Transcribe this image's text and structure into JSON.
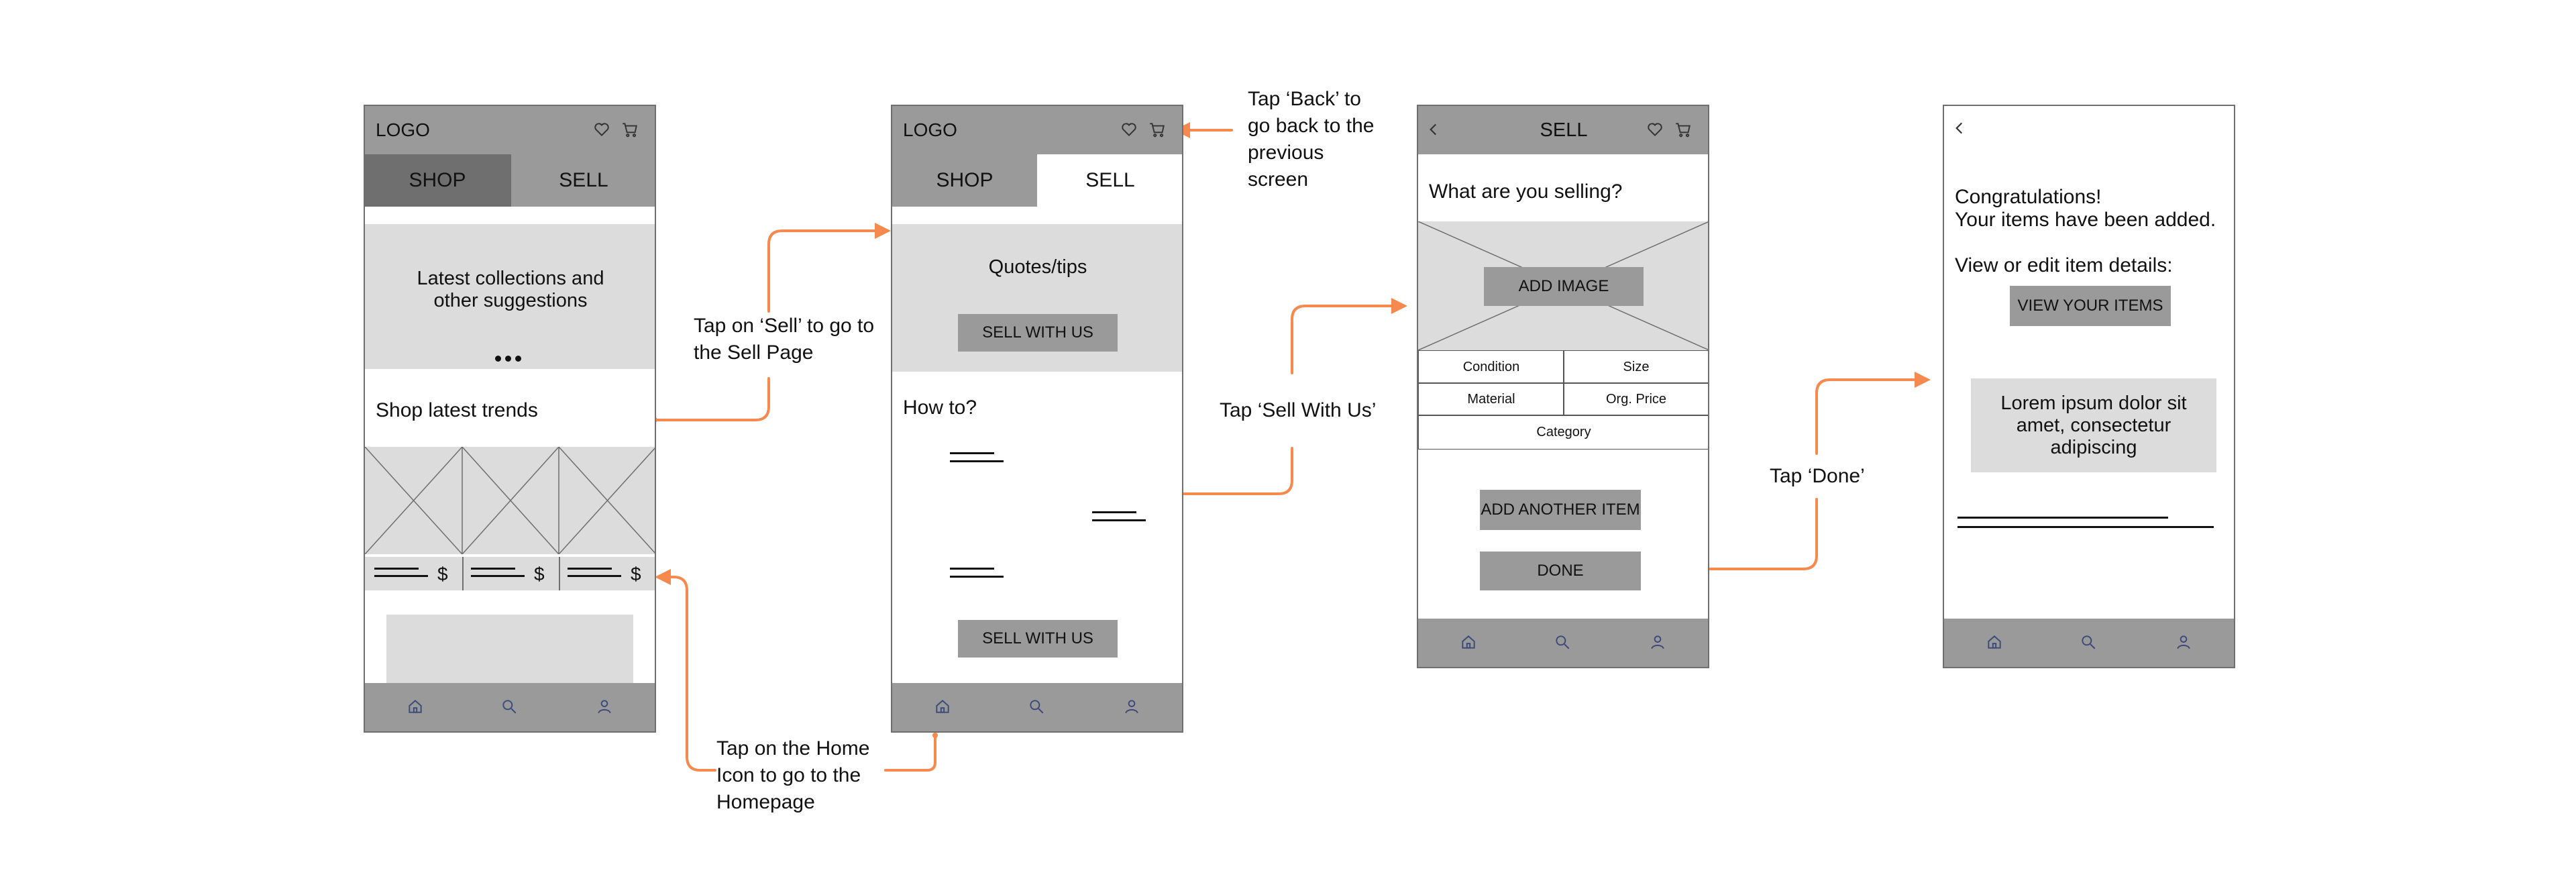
{
  "colors": {
    "arrow": "#f5894e",
    "header": "#9a9a9a",
    "placeholder": "#dcdcdc",
    "active_tab": "#6f6f6f"
  },
  "screen1": {
    "logo": "LOGO",
    "tabs": [
      "SHOP",
      "SELL"
    ],
    "banner": "Latest collections and other suggestions",
    "trends_label": "Shop latest trends",
    "price_symbol": "$",
    "icons": [
      "heart-icon",
      "cart-icon",
      "home-icon",
      "search-icon",
      "user-icon"
    ]
  },
  "screen2": {
    "logo": "LOGO",
    "tabs": [
      "SHOP",
      "SELL"
    ],
    "quotes": "Quotes/tips",
    "sell_button": "SELL WITH US",
    "howto": "How to?",
    "sell_button_bottom": "SELL WITH US"
  },
  "screen3": {
    "title": "SELL",
    "question": "What are you selling?",
    "add_image": "ADD IMAGE",
    "fields": [
      "Condition",
      "Size",
      "Material",
      "Org. Price",
      "Category"
    ],
    "add_another": "ADD ANOTHER ITEM",
    "done": "DONE"
  },
  "screen4": {
    "congrats": "Congratulations!",
    "added": "Your items have been added.",
    "view_edit": "View or edit item details:",
    "view_button": "VIEW YOUR ITEMS",
    "lorem": "Lorem ipsum dolor sit amet, consectetur adipiscing"
  },
  "annotations": {
    "tap_sell": "Tap on ‘Sell’ to go to the Sell Page",
    "tap_back": "Tap ‘Back’ to go back to the previous screen",
    "tap_sell_with_us": "Tap ‘Sell With Us’",
    "tap_home": "Tap on the Home Icon to go to the Homepage",
    "tap_done": "Tap ‘Done’"
  }
}
